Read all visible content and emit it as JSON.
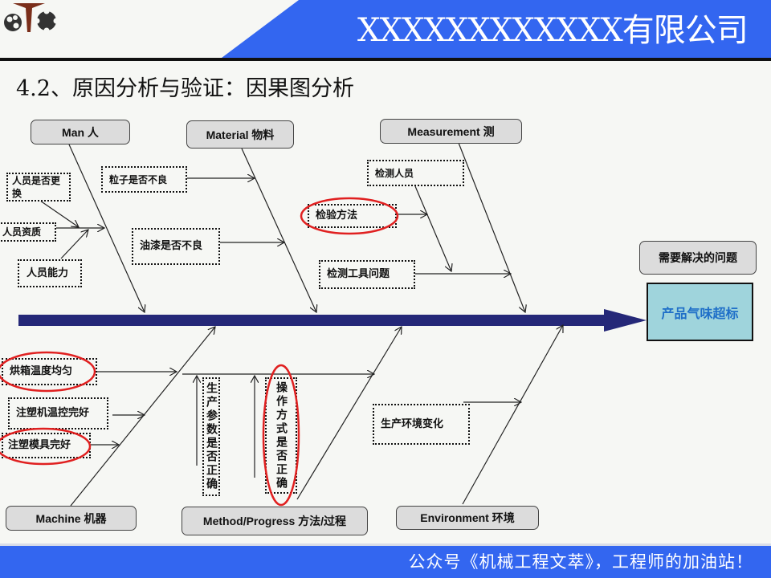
{
  "header": {
    "company_name": "XXXXXXXXXXXX有限公司",
    "logo": "company-logo",
    "band_color": "#3366f0"
  },
  "slide": {
    "title": "4.2、原因分析与验证：因果图分析"
  },
  "problem": {
    "label": "需要解决的问题",
    "text": "产品气味超标",
    "box_color": "#9fd4dc",
    "spine_color": "#252878"
  },
  "categories": {
    "man": "Man 人",
    "material": "Material 物料",
    "measurement": "Measurement 测",
    "machine": "Machine 机器",
    "method": "Method/Progress 方法/过程",
    "environment": "Environment 环境"
  },
  "causes": {
    "man": [
      "人员是否更换",
      "人员资质",
      "人员能力"
    ],
    "material": [
      "粒子是否不良",
      "油漆是否不良"
    ],
    "measurement": [
      "检测人员",
      "检验方法",
      "检测工具问题"
    ],
    "machine": [
      "烘箱温度均匀",
      "注塑机温控完好",
      "注塑模具完好"
    ],
    "method": [
      "生产参数是否正确",
      "操作方式是否正确"
    ],
    "environment": [
      "生产环境变化"
    ]
  },
  "highlighted_causes": [
    "检验方法",
    "烘箱温度均匀",
    "注塑模具完好",
    "操作方式是否正确"
  ],
  "highlight_color": "#e02020",
  "footer": {
    "text": "公众号《机械工程文萃》，工程师的加油站！"
  }
}
